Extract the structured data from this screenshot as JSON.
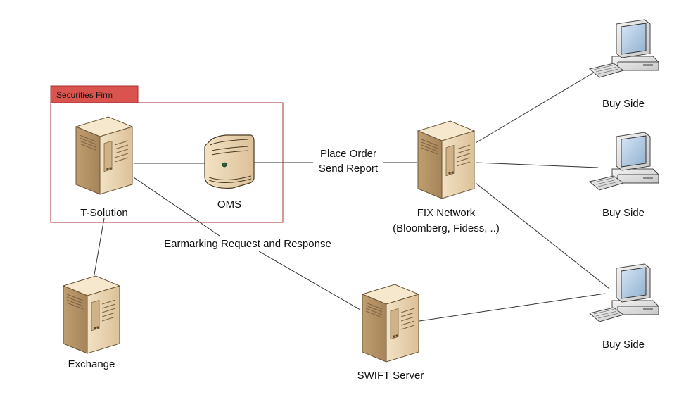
{
  "group": {
    "title": "Securities Firm",
    "title_bg": "#d9534f",
    "border_color": "#a83232"
  },
  "nodes": {
    "t_solution": {
      "label": "T-Solution",
      "icon": "tower-server-icon"
    },
    "oms": {
      "label": "OMS",
      "icon": "small-server-icon"
    },
    "exchange": {
      "label": "Exchange",
      "icon": "tower-server-icon"
    },
    "fix_network": {
      "label": "FIX Network",
      "sublabel": "(Bloomberg, Fidess, ..)",
      "icon": "tower-server-icon"
    },
    "swift_server": {
      "label": "SWIFT Server",
      "icon": "tower-server-icon"
    },
    "buy_side_1": {
      "label": "Buy Side",
      "icon": "desktop-computer-icon"
    },
    "buy_side_2": {
      "label": "Buy Side",
      "icon": "desktop-computer-icon"
    },
    "buy_side_3": {
      "label": "Buy Side",
      "icon": "desktop-computer-icon"
    }
  },
  "edges": {
    "oms_fix": {
      "line1": "Place Order",
      "line2": "Send Report"
    },
    "tsol_swift": {
      "label": "Earmarking Request and Response"
    }
  },
  "colors": {
    "server_body": "#e8d3aa",
    "server_side": "#c6a77c",
    "line": "#333333"
  }
}
